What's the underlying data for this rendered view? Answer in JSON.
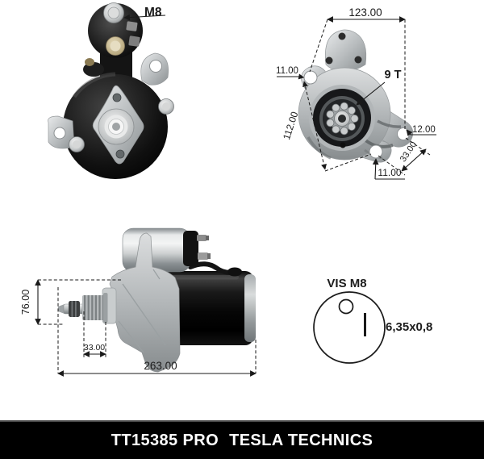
{
  "product_image": {
    "type": "starter-motor technical drawing",
    "annotations": {
      "rear": {
        "bolt_label": "M8"
      },
      "front": {
        "width": "123.00",
        "hole_top_left": "11.00",
        "pinion_teeth": "9 T",
        "height": "112.00",
        "hole_right": "12.00",
        "hole_spacing": "33.00",
        "hole_bottom": "11.00"
      },
      "side": {
        "height": "76.00",
        "pinion_length": "33.00",
        "total_length": "263.00"
      },
      "terminal": {
        "title": "VIS M8",
        "spade_size": "6,35x0,8"
      }
    }
  },
  "footer": {
    "part_number": "TT15385 PRO",
    "brand": "TESLA TECHNICS",
    "background": "#000000",
    "text_color": "#ffffff"
  },
  "colors": {
    "page_background": "#ffffff",
    "dimension_lines": "#1a1a1a",
    "part_black": "#0d0d0d",
    "part_aluminum": "#b8bcbe"
  }
}
